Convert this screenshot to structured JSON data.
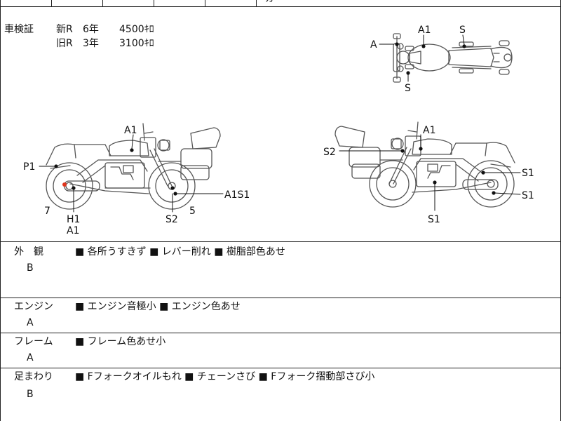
{
  "registration": {
    "label": "車検証",
    "new": {
      "type": "新R",
      "years": "6年",
      "price": "4500ｷﾛ"
    },
    "old": {
      "type": "旧R",
      "years": "3年",
      "price": "3100ｷﾛ"
    }
  },
  "top_partial_text": "ガ゛ -゛ ",
  "diagram_marks": {
    "top_view": {
      "a": "A",
      "a1": "A1",
      "s_top": "S",
      "s_bottom": "S"
    },
    "left_side": {
      "a1": "A1",
      "p1": "P1",
      "seven": "7",
      "h1": "H1",
      "a1_bottom": "A1",
      "s2": "S2",
      "five": "5",
      "a1s1": "A1S1"
    },
    "right_side": {
      "a1": "A1",
      "s2": "S2",
      "s1_upper": "S1",
      "s1_lower": "S1",
      "s1_bottom": "S1"
    }
  },
  "conditions": [
    {
      "label": "外　観",
      "grade": "B",
      "notes": "■ 各所うすきず ■ レバー削れ ■ 樹脂部色あせ"
    },
    {
      "label": "エンジン",
      "grade": "A",
      "notes": "■ エンジン音極小 ■ エンジン色あせ"
    },
    {
      "label": "フレーム",
      "grade": "A",
      "notes": "■ フレーム色あせ小"
    },
    {
      "label": "足まわり",
      "grade": "B",
      "notes": "■ Fフォークオイルもれ ■ チェーンさび ■ Fフォーク摺動部さび小"
    }
  ]
}
